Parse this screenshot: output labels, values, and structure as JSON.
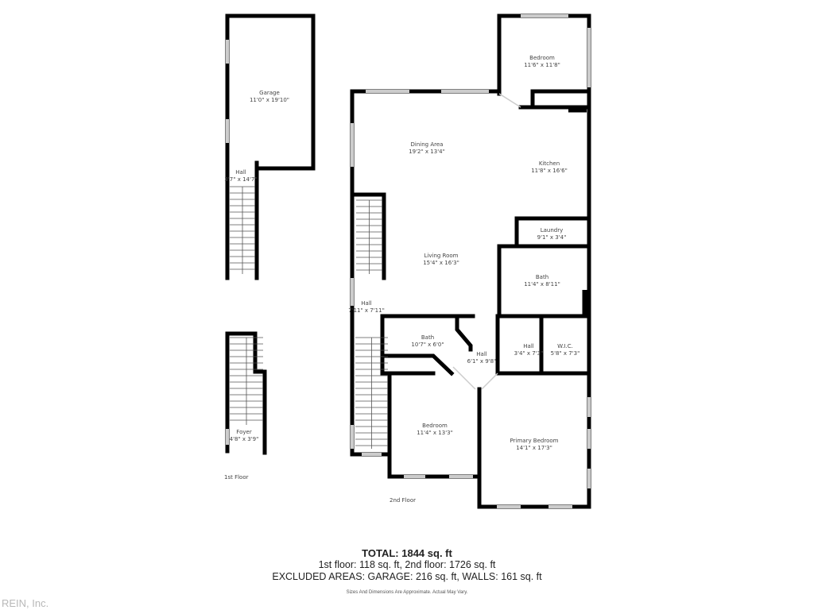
{
  "floors": [
    {
      "label": "1st Floor",
      "rooms": [
        {
          "name": "Garage",
          "dims": "11'0\" x 19'10\""
        },
        {
          "name": "Hall",
          "dims": "3'7\" x 14'7\""
        },
        {
          "name": "Foyer",
          "dims": "4'8\" x 3'9\""
        }
      ]
    },
    {
      "label": "2nd Floor",
      "rooms": [
        {
          "name": "Bedroom",
          "dims": "11'6\" x 11'8\""
        },
        {
          "name": "Dining Area",
          "dims": "19'2\" x 13'4\""
        },
        {
          "name": "Kitchen",
          "dims": "11'8\" x 16'6\""
        },
        {
          "name": "Laundry",
          "dims": "9'1\" x 3'4\""
        },
        {
          "name": "Living Room",
          "dims": "15'4\" x 16'3\""
        },
        {
          "name": "Bath",
          "dims": "11'4\" x 8'11\""
        },
        {
          "name": "Hall",
          "dims": "7'11\" x 7'11\""
        },
        {
          "name": "Bath",
          "dims": "10'7\" x 6'0\""
        },
        {
          "name": "Hall",
          "dims": "6'1\" x 9'8\""
        },
        {
          "name": "Hall",
          "dims": "3'4\" x 7'3\""
        },
        {
          "name": "W.I.C.",
          "dims": "5'8\" x 7'3\""
        },
        {
          "name": "Bedroom",
          "dims": "11'4\" x 13'3\""
        },
        {
          "name": "Primary Bedroom",
          "dims": "14'1\" x 17'3\""
        }
      ]
    }
  ],
  "summary": {
    "total": "TOTAL: 1844 sq. ft",
    "floors": "1st floor: 118 sq. ft, 2nd floor: 1726 sq. ft",
    "excluded": "EXCLUDED AREAS: GARAGE: 216 sq. ft, WALLS: 161 sq. ft",
    "disclaimer": "Sizes And Dimensions Are Approximate. Actual May Vary."
  },
  "watermark": "REIN, Inc.",
  "colors": {
    "wall": "#000000",
    "window": "#dddddd"
  }
}
